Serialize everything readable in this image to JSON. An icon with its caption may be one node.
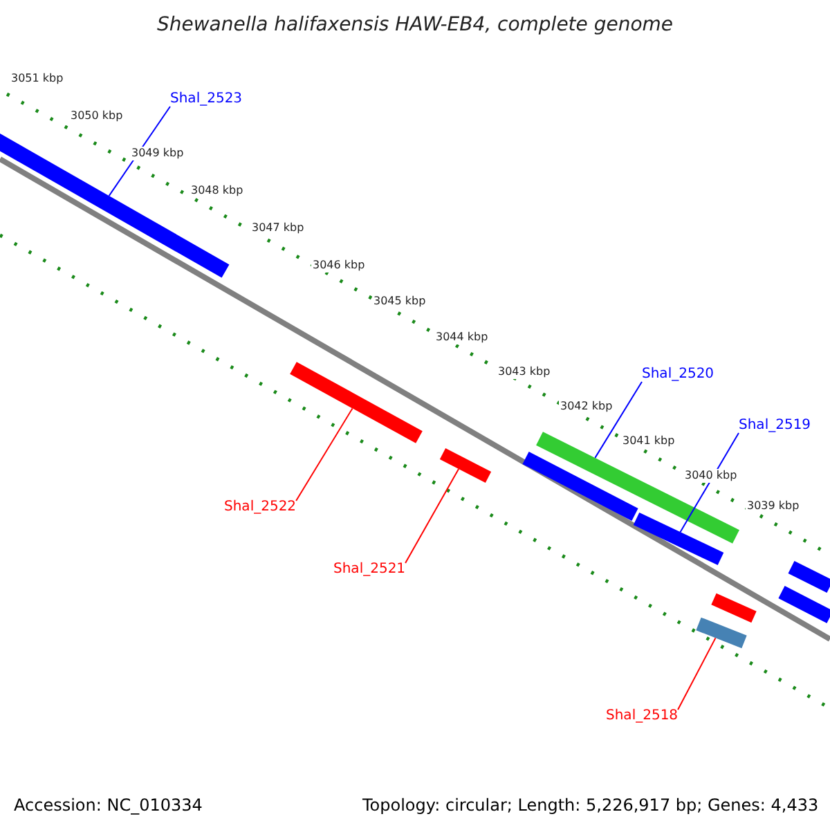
{
  "diagram": {
    "title": "Shewanella halifaxensis HAW-EB4, complete genome",
    "nodes": [
      {
        "text": [
          "Shal_2523"
        ]
      },
      {
        "text": [],
        "shape": "bar"
      },
      {
        "text": [
          "Shal_2520"
        ]
      },
      {
        "text": [],
        "shape": "bar"
      },
      {
        "text": [
          "Shal_2519"
        ]
      },
      {
        "text": [],
        "shape": "bar"
      },
      {
        "text": [
          "Shal_2522"
        ]
      },
      {
        "text": [],
        "shape": "bar"
      },
      {
        "text": [
          "Shal_2521"
        ]
      },
      {
        "text": [],
        "shape": "bar"
      },
      {
        "text": [
          "Shal_2518"
        ]
      },
      {
        "text": [],
        "shape": "bar"
      }
    ],
    "edges": [
      {
        "from": 0,
        "to": 1,
        "arrow": "none"
      },
      {
        "from": 2,
        "to": 3,
        "arrow": "none"
      },
      {
        "from": 4,
        "to": 5,
        "arrow": "none"
      },
      {
        "from": 6,
        "to": 7,
        "arrow": "none",
        "color": "#ff0000"
      },
      {
        "from": 8,
        "to": 9,
        "arrow": "none",
        "color": "#ff0000"
      },
      {
        "from": 10,
        "to": 11,
        "arrow": "none",
        "color": "#ff0000"
      }
    ],
    "labels": [
      "3051 kbp",
      "3050 kbp",
      "3049 kbp",
      "3048 kbp",
      "3047 kbp",
      "3046 kbp",
      "3045 kbp",
      "3044 kbp",
      "3043 kbp",
      "3042 kbp",
      "3041 kbp",
      "3040 kbp",
      "3039 kbp",
      "Accession: NC_010334",
      "Topology: circular; Length: 5,226,917 bp; Genes: 4,433"
    ]
  }
}
